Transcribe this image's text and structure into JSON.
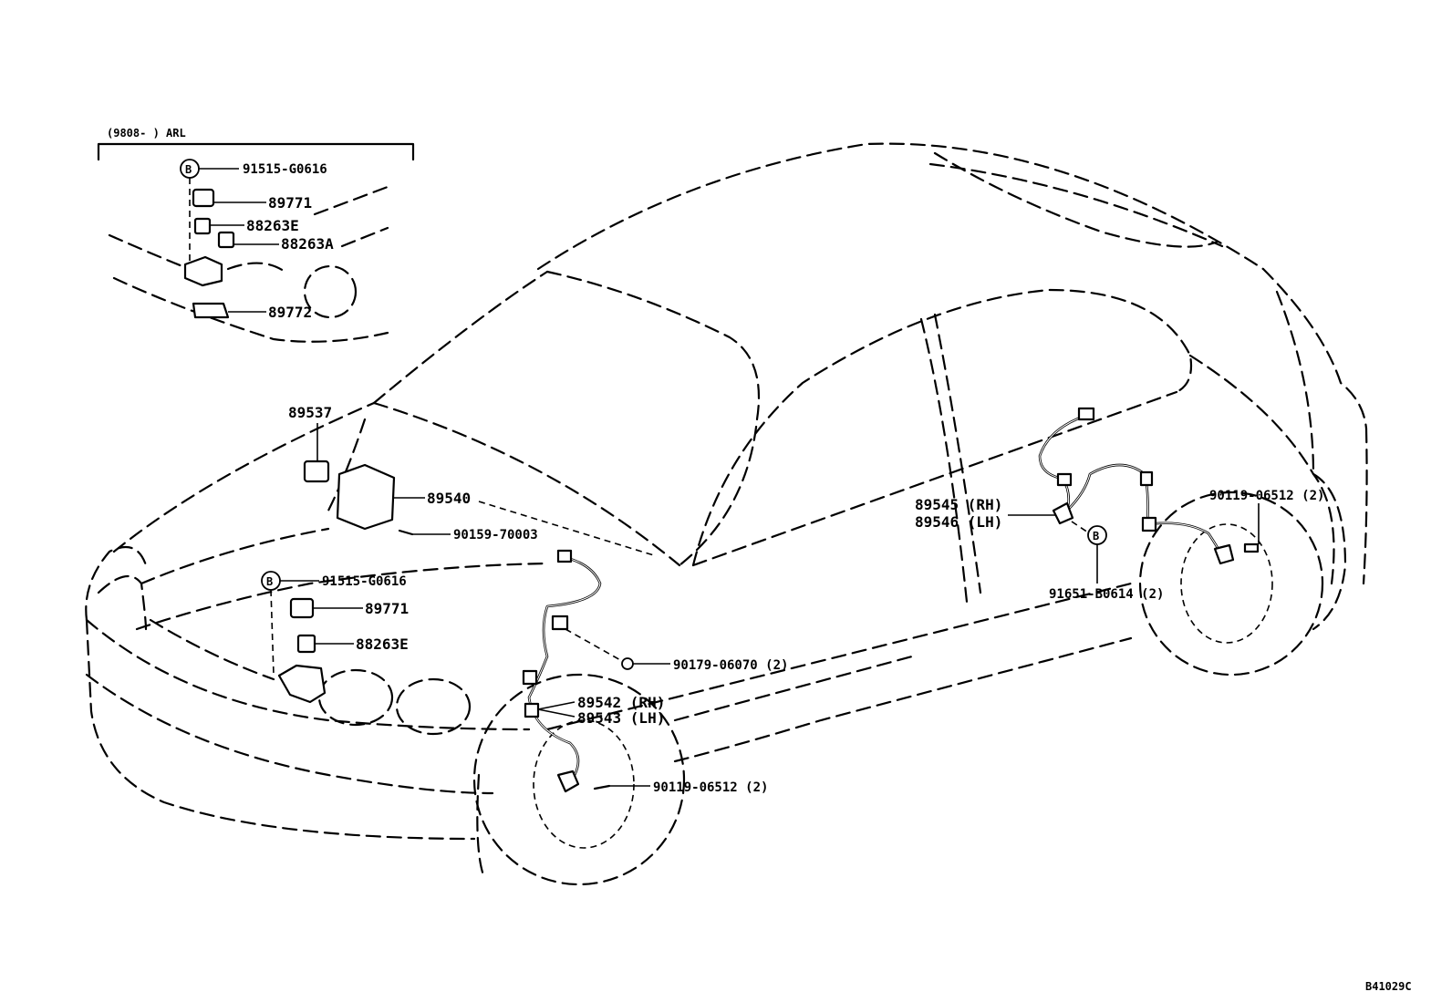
{
  "inset": {
    "header": "(9808-      ) ARL",
    "b_marker": "B",
    "labels": {
      "clip": "91515-G0616",
      "relay_large": "89771",
      "relay_e": "88263E",
      "relay_a": "88263A",
      "bracket": "89772"
    }
  },
  "engine_bay": {
    "b_marker": "B",
    "labels": {
      "relay_89537": "89537",
      "computer_89540": "89540",
      "screw_90159": "90159-70003",
      "clip": "91515-G0616",
      "relay_large": "89771",
      "relay_e": "88263E"
    }
  },
  "front_sensor": {
    "labels": {
      "nut": "90179-06070 (2)",
      "sensor_rh": "89542 (RH)",
      "sensor_lh": "89543 (LH)",
      "bolt": "90119-06512 (2)"
    }
  },
  "rear_sensor": {
    "b_marker": "B",
    "labels": {
      "sensor_rh": "89545 (RH)",
      "sensor_lh": "89546 (LH)",
      "bolt": "90119-06512 (2)",
      "clamp": "91651-B0614 (2)"
    }
  },
  "figure_code": "B41029C"
}
